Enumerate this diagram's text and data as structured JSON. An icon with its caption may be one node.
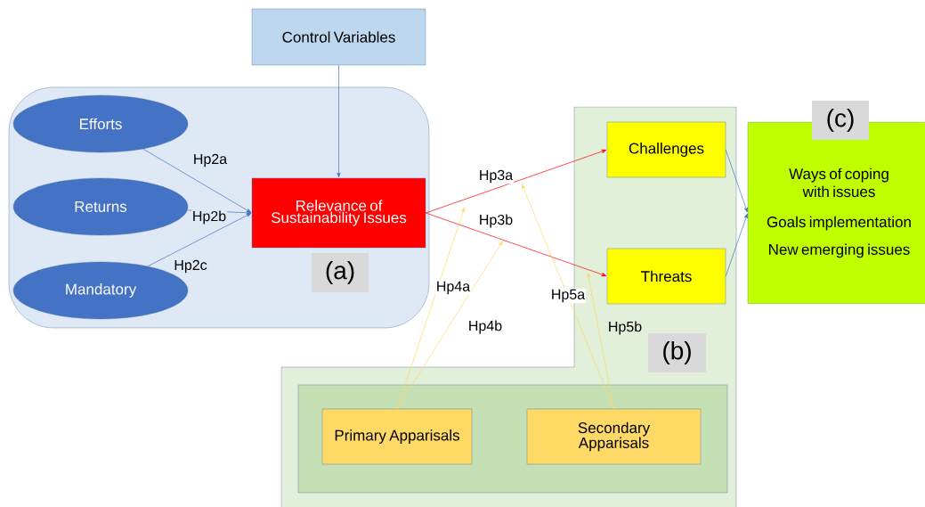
{
  "diagram": {
    "nodes": [
      {
        "text": [
          "Control Variables"
        ]
      },
      {
        "text": [],
        "shape": "box"
      },
      {
        "text": [
          "Efforts"
        ],
        "in": 1
      },
      {
        "text": [
          "Returns"
        ],
        "in": 1
      },
      {
        "text": [
          "Mandatory"
        ],
        "in": 1
      },
      {
        "text": [
          "Relevance of Sustainability Issues"
        ],
        "in": 1
      },
      {
        "text": [
          "(a)"
        ],
        "in": 1
      },
      {
        "text": [],
        "shape": "box"
      },
      {
        "text": [
          "Challenges"
        ],
        "in": 7
      },
      {
        "text": [
          "Threats"
        ],
        "in": 7
      },
      {
        "text": [
          "(b)"
        ],
        "in": 7
      },
      {
        "text": [],
        "shape": "box",
        "in": 7
      },
      {
        "text": [
          "Primary Apparisals"
        ],
        "in": 11
      },
      {
        "text": [
          "Secondary Apparisals"
        ],
        "in": 11
      },
      {
        "text": [
          "Ways of coping with issues",
          "Goals implementation",
          "New emerging issues"
        ]
      },
      {
        "text": [
          "(c)"
        ]
      }
    ],
    "edges": [
      {
        "from": 0,
        "to": 5,
        "arrow": "to"
      },
      {
        "from": 2,
        "to": 5,
        "arrow": "to",
        "label": "Hp2a"
      },
      {
        "from": 3,
        "to": 5,
        "arrow": "to",
        "label": "Hp2b"
      },
      {
        "from": 4,
        "to": 5,
        "arrow": "to",
        "label": "Hp2c"
      },
      {
        "from": 5,
        "to": 8,
        "arrow": "to",
        "label": "Hp3a",
        "color": "#ff0000"
      },
      {
        "from": 5,
        "to": 9,
        "arrow": "to",
        "label": "Hp3b",
        "color": "#ff0000"
      },
      {
        "from": 12,
        "to": null,
        "arrow": "to",
        "label": "Hp4a",
        "color": "#ffd966"
      },
      {
        "from": 12,
        "to": null,
        "arrow": "to",
        "label": "Hp4b",
        "color": "#ffd966"
      },
      {
        "from": 13,
        "to": null,
        "arrow": "to",
        "label": "Hp5a",
        "color": "#ffd966"
      },
      {
        "from": 13,
        "to": null,
        "arrow": "to",
        "label": "Hp5b",
        "color": "#ffd966"
      },
      {
        "from": 8,
        "to": 14,
        "arrow": "to"
      },
      {
        "from": 9,
        "to": 14,
        "arrow": "to"
      }
    ]
  }
}
